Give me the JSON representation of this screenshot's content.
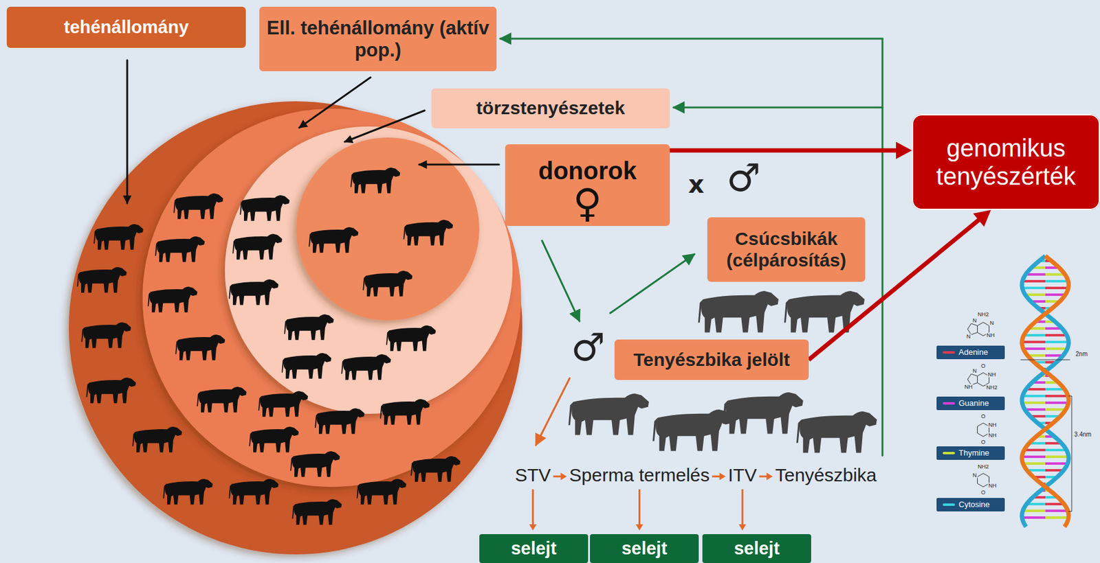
{
  "diagram": {
    "nodes": [
      {
        "text": [
          "tehénállomány"
        ]
      },
      {
        "text": [
          "Ell. tehénállomány (aktív pop.)"
        ]
      },
      {
        "text": [
          "törzstenyészetek"
        ]
      },
      {
        "text": [
          "donorok",
          "♀"
        ]
      },
      {
        "text": [
          "Csúcsbikák (célpárosítás)"
        ]
      },
      {
        "text": [
          "Tenyészbika jelölt"
        ]
      },
      {
        "text": [
          "genomikus tenyészérték"
        ]
      },
      {
        "text": [
          "selejt"
        ]
      },
      {
        "text": [
          "selejt"
        ]
      },
      {
        "text": [
          "selejt"
        ]
      },
      {
        "text": [
          "Adenine"
        ]
      },
      {
        "text": [
          "Guanine"
        ]
      },
      {
        "text": [
          "Thymine"
        ]
      },
      {
        "text": [
          "Cytosine"
        ]
      }
    ],
    "edges": [
      {
        "from": 3,
        "to": 6,
        "arrow": "to"
      },
      {
        "from": 5,
        "to": 6,
        "arrow": "to"
      }
    ],
    "labels": [
      "x",
      "♂",
      "♂",
      "STV",
      "Sperma termelés",
      "ITV",
      "Tenyészbika",
      "NH2",
      "N",
      "N",
      "N",
      "NH",
      "O",
      "NH",
      "N",
      "NH",
      "NH2",
      "O",
      "NH",
      "NH",
      "O",
      "NH2",
      "N",
      "NH",
      "O",
      "2nm",
      "3.4nm"
    ]
  }
}
